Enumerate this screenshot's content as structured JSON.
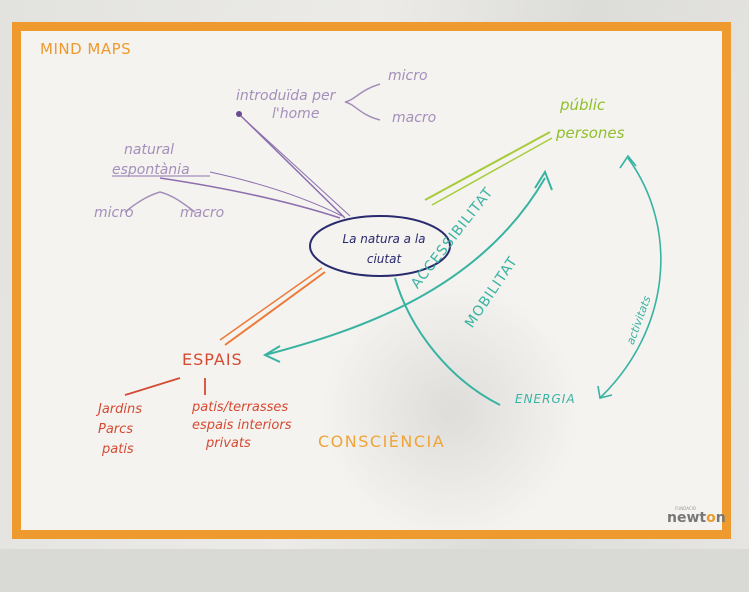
{
  "sheet": {
    "title": "MIND MAPS",
    "brand_small": "FUNDACIÓ",
    "brand": "newton"
  },
  "center": {
    "line1": "La natura a la",
    "line2": "ciutat"
  },
  "purple_nodes": {
    "introduida_1": "introduïda per",
    "introduida_2": "l'home",
    "micro_right": "micro",
    "macro_right": "macro",
    "natural": "natural",
    "espontania": "espontània",
    "micro_left": "micro",
    "macro_left": "macro"
  },
  "green_node": {
    "line1": "públic",
    "line2": "persones"
  },
  "red_nodes": {
    "espais": "ESPAIS",
    "jardins": "Jardins",
    "parcs": "Parcs",
    "pati_left": "patis",
    "patis_terrasses": "patis/terrasses",
    "espais_interiors": "espais interiors",
    "privats": "privats"
  },
  "teal_nodes": {
    "accessibilitat": "ACCESSIBILITAT",
    "mobilitat": "MOBILITAT",
    "energia": "ENERGIA",
    "activitats": "activitats"
  },
  "orange_nodes": {
    "consciencia": "CONSCIÈNCIA"
  },
  "colors": {
    "frame": "#ee9a2f",
    "center": "#2a2a6e",
    "purple": "#a48fba",
    "red": "#d64a32",
    "lime": "#8fbf2a",
    "teal": "#38b3a2"
  }
}
